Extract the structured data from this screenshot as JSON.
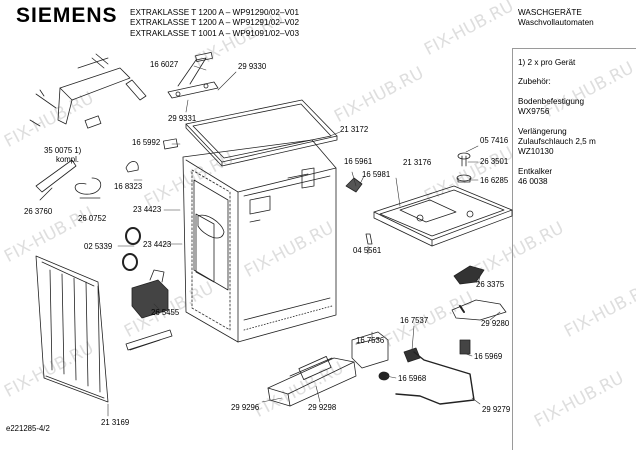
{
  "header": {
    "brand": "SIEMENS",
    "models": [
      "EXTRAKLASSE T 1200 A – WP91290/02–V01",
      "EXTRAKLASSE T 1200 A – WP91291/02–V02",
      "EXTRAKLASSE T 1001 A – WP91091/02–V03"
    ],
    "category_line1": "WASCHGERÄTE",
    "category_line2": "Waschvollautomaten"
  },
  "notes": {
    "note1": "1) 2 x pro Gerät",
    "accessories_title": "Zubehör:",
    "item1_line1": "Bodenbefestigung",
    "item1_line2": "WX9756",
    "item2_line1": "Verlängerung",
    "item2_line2": "Zulaufschlauch 2,5 m",
    "item2_line3": "WZ10130",
    "item3_line1": "Entkalker",
    "item3_line2": "46 0038"
  },
  "parts": {
    "p166027": "16 6027",
    "p299330": "29 9330",
    "p299331": "29 9331",
    "p213172": "21 3172",
    "p350075": "35 0075 1)",
    "p350075_sub": "kompl.",
    "p165992": "16 5992",
    "p168323": "16 8323",
    "p263760": "26 3760",
    "p260752": "26 0752",
    "p234423a": "23 4423",
    "p234423b": "23 4423",
    "p025339": "02 5339",
    "p265455": "26 5455",
    "p213169": "21 3169",
    "p165961": "16 5961",
    "p165981": "16 5981",
    "p213176": "21 3176",
    "p057416": "05 7416",
    "p263501": "26 3501",
    "p166285": "16 6285",
    "p045561": "04 5561",
    "p263375": "26 3375",
    "p167537": "16 7537",
    "p167536": "16 7536",
    "p165968": "16 5968",
    "p299280": "29 9280",
    "p165969": "16 5969",
    "p299296": "29 9296",
    "p299298": "29 9298",
    "p299279": "29 9279"
  },
  "footer": {
    "code": "e221285-4/2"
  },
  "watermark": "FIX-HUB.RU"
}
